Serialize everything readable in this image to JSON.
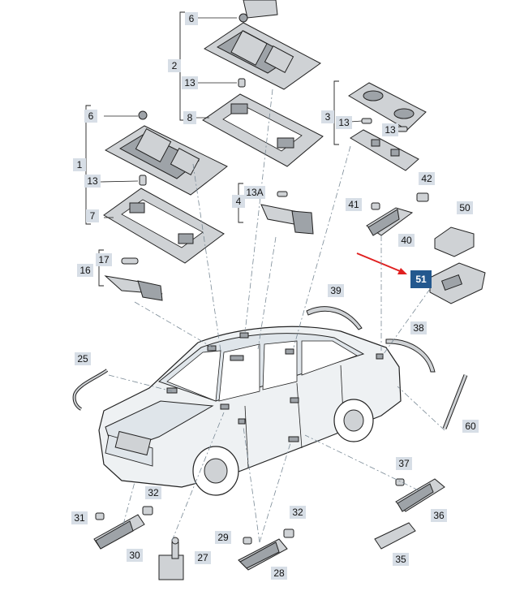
{
  "diagram": {
    "labels": {
      "l6a": "6",
      "l2": "2",
      "l13a": "13",
      "l8": "8",
      "l3": "3",
      "l13b": "13",
      "l13c": "13",
      "l6b": "6",
      "l1": "1",
      "l13d": "13",
      "l7": "7",
      "l13A": "13A",
      "l4": "4",
      "l42": "42",
      "l41": "41",
      "l40": "40",
      "l50": "50",
      "l17": "17",
      "l16": "16",
      "l51": "51",
      "l39": "39",
      "l38": "38",
      "l25": "25",
      "l60": "60",
      "l37": "37",
      "l36": "36",
      "l35": "35",
      "l32a": "32",
      "l31": "31",
      "l30": "30",
      "l27": "27",
      "l32b": "32",
      "l29": "29",
      "l28": "28"
    },
    "highlight_color": "#23588e",
    "label_color": "#d7dee6",
    "arrow_color": "#e02020"
  }
}
